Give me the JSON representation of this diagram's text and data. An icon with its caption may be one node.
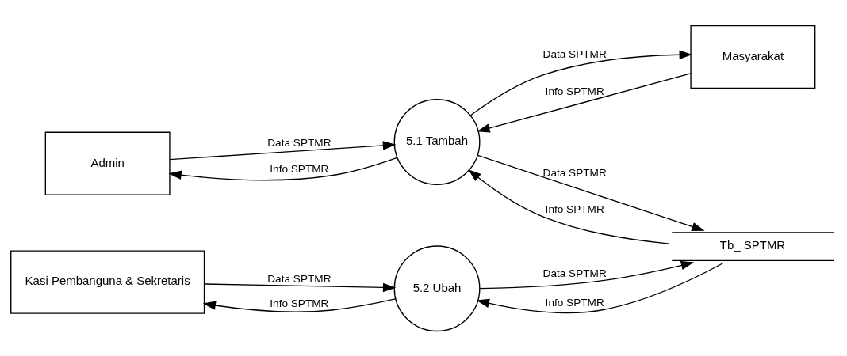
{
  "diagram": {
    "nodes": [
      {
        "text": [
          "Admin"
        ]
      },
      {
        "text": [
          "5.1 Tambah"
        ]
      },
      {
        "text": [
          "Masyarakat"
        ]
      },
      {
        "text": [
          "Kasi Pembanguna & Sekretaris"
        ]
      },
      {
        "text": [
          "5.2 Ubah"
        ]
      },
      {
        "text": [
          "Tb_ SPTMR"
        ]
      }
    ],
    "edges": [
      {
        "from": 0,
        "to": 1,
        "arrow": "to",
        "label": "Data SPTMR"
      },
      {
        "from": 1,
        "to": 0,
        "arrow": "to",
        "label": "Info SPTMR"
      },
      {
        "from": 1,
        "to": 2,
        "arrow": "to",
        "label": "Data SPTMR"
      },
      {
        "from": 2,
        "to": 1,
        "arrow": "to",
        "label": "Info SPTMR"
      },
      {
        "from": 1,
        "to": 5,
        "arrow": "to",
        "label": "Data SPTMR"
      },
      {
        "from": 5,
        "to": 1,
        "arrow": "to",
        "label": "Info SPTMR"
      },
      {
        "from": 4,
        "to": 5,
        "arrow": "to",
        "label": "Data SPTMR"
      },
      {
        "from": 5,
        "to": 4,
        "arrow": "to",
        "label": "Info SPTMR"
      },
      {
        "from": 3,
        "to": 4,
        "arrow": "to",
        "label": "Data SPTMR"
      },
      {
        "from": 4,
        "to": 3,
        "arrow": "to",
        "label": "Info SPTMR"
      }
    ]
  }
}
